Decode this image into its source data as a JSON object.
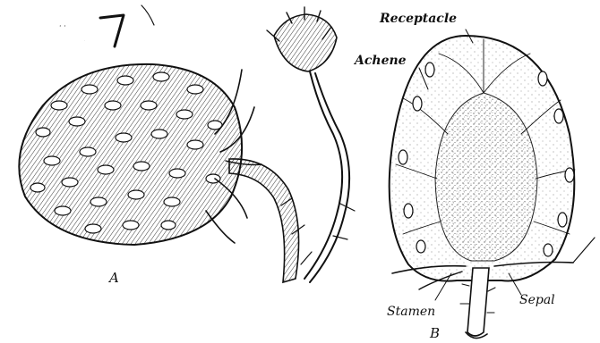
{
  "figure": {
    "scribble": "7",
    "panels": [
      {
        "id": "A",
        "label": "A"
      },
      {
        "id": "B",
        "label": "B"
      }
    ],
    "labels": {
      "receptacle": "Receptacle",
      "achene": "Achene",
      "stamen": "Stamen",
      "sepal": "Sepal"
    }
  }
}
